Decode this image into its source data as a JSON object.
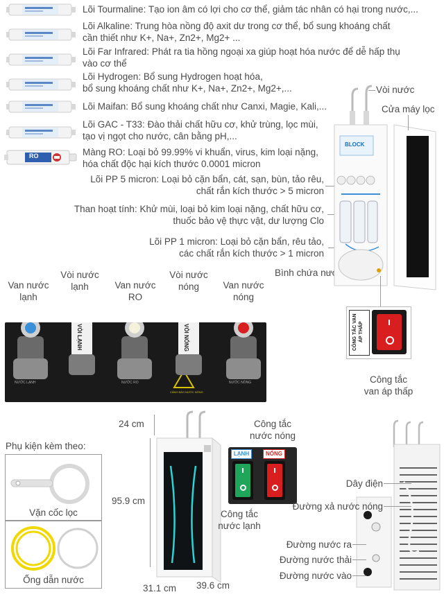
{
  "filters": [
    {
      "name": "Lõi Tourmaline",
      "desc": "Tạo ion âm có lợi cho cơ thể, giảm tác nhân có hại trong nước,..."
    },
    {
      "name": "Lõi Alkaline",
      "desc": "Trung hòa nồng độ axit dư trong cơ thể, bổ sung khoáng chất",
      "desc2": "cần thiết như K+, Na+, Zn2+, Mg2+ ..."
    },
    {
      "name": "Lõi Far Infrared",
      "desc": "Phát ra tia hồng ngoại xa giúp hoạt hóa nước để dễ hấp thụ",
      "desc2": "vào cơ thể"
    },
    {
      "name": "Lõi Hydrogen",
      "desc": "Bổ sung Hydrogen hoạt hóa,",
      "desc2": "bổ sung khoáng chất như K+, Na+, Zn2+, Mg2+,..."
    },
    {
      "name": "Lõi Maifan",
      "desc": "Bổ sung khoáng chất như Canxi, Magie, Kali,..."
    },
    {
      "name": "Lõi GAC - T33",
      "desc": "Đào thải chất hữu cơ, khử trùng, lọc mùi,",
      "desc2": "tạo vị ngọt cho nước, cân bằng pH,..."
    }
  ],
  "ro": {
    "line1": "Màng RO: Loại bỏ 99.99% vi khuẩn, virus, kim loại nặng,",
    "line2": "hóa chất độc hại kích thước 0.0001 micron",
    "label": "RO"
  },
  "pp5": {
    "line1": "Lõi PP 5 micron: Loại bỏ cặn bẩn, cát, sạn, bùn, tảo rêu,",
    "line2": "chất rắn kích thước > 5 micron"
  },
  "carbon": {
    "line1": "Than hoạt tính: Khử mùi, loại bỏ kim loại nặng, chất hữu cơ,",
    "line2": "thuốc bảo vệ thực vật, dư lượng Clo"
  },
  "pp1": {
    "line1": "Lõi PP 1 micron: Loại bỏ cặn bẩn, rêu tảo,",
    "line2": "các chất rắn kích thước > 1 micron"
  },
  "tank": "Bình chứa nước",
  "faucet": "Vòi nước",
  "door": "Cửa máy lọc",
  "cabinet_brand": "BLOCK",
  "low_pressure": {
    "sign": "CÔNG TẮC VAN ÁP THẤP",
    "label1": "Công tắc",
    "label2": "van áp thấp"
  },
  "valves": {
    "cold_valve": [
      "Van nước",
      "lạnh"
    ],
    "cold_tap": [
      "Vòi nước",
      "lạnh"
    ],
    "ro_valve": [
      "Van nước",
      "RO"
    ],
    "hot_tap": [
      "Vòi nước",
      "nóng"
    ],
    "hot_valve": [
      "Van nước",
      "nóng"
    ],
    "tap_cold_text": "VÒI LẠNH",
    "tap_hot_text": "VÒI NÓNG",
    "panel_cold": "NƯỚC LẠNH",
    "panel_ro": "NƯỚC RO",
    "panel_hot": "NƯỚC NÓNG",
    "warning": "CẢNH BÁO NƯỚC NÓNG"
  },
  "accessories": {
    "title": "Phụ kiện kèm theo:",
    "item1": "Vặn cốc lọc",
    "item2": "Ống dẫn nước"
  },
  "dimensions": {
    "top": "24 cm",
    "height": "95.9 cm",
    "width": "31.1 cm",
    "depth": "39.6 cm"
  },
  "switches": {
    "hot": [
      "Công tắc",
      "nước nóng"
    ],
    "cold": [
      "Công tắc",
      "nước lạnh"
    ],
    "hot_tag": "NÓNG",
    "cold_tag": "LẠNH"
  },
  "rear": {
    "power": "Dây điện",
    "hot_drain": "Đường xả nước nóng",
    "out": "Đường nước ra",
    "waste": "Đường nước thải",
    "in": "Đường nước vào"
  },
  "colors": {
    "accent": "#3a8fd9",
    "red_switch": "#d81e1e",
    "green_switch": "#1fa65a",
    "panel": "#1a1a1a"
  }
}
